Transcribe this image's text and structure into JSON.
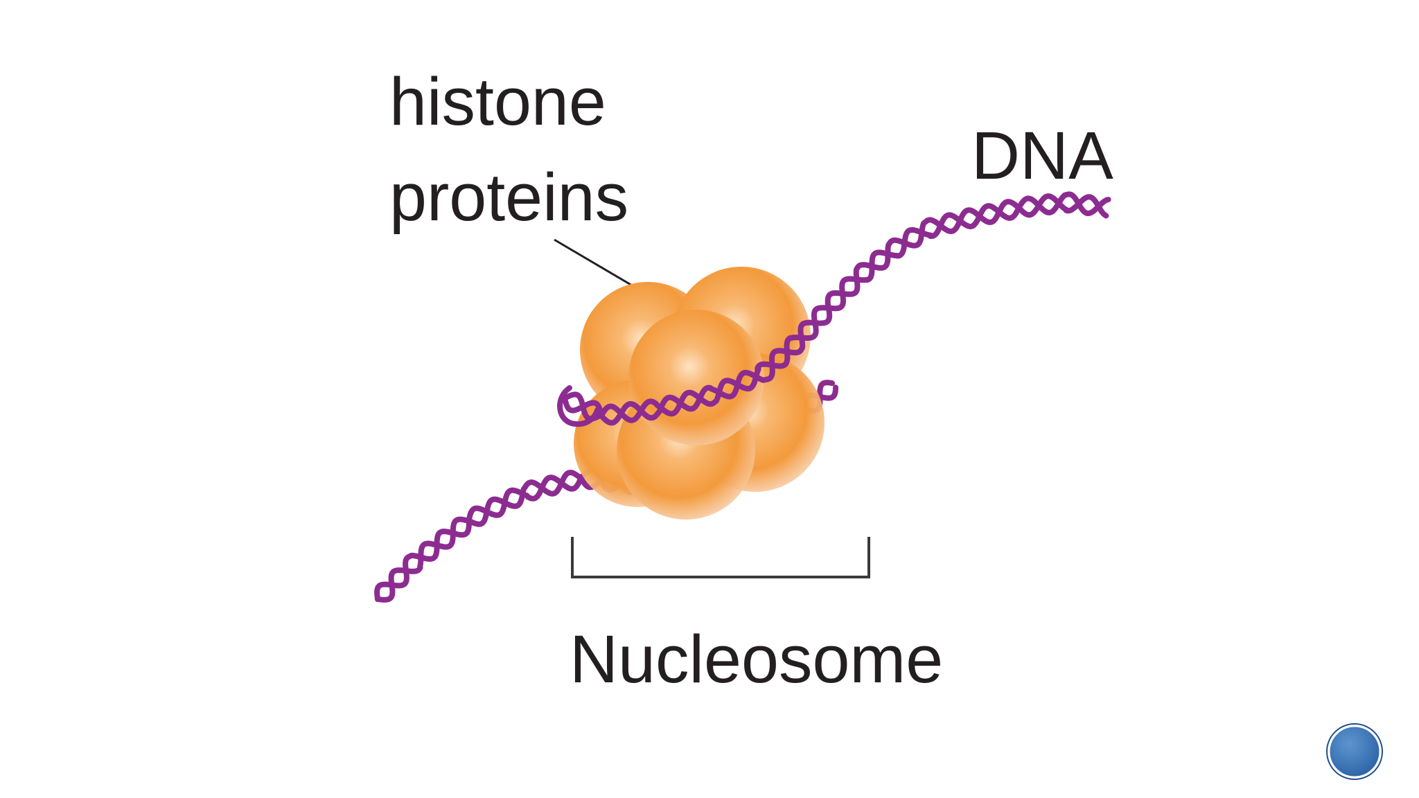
{
  "diagram": {
    "labels": {
      "histone_line1": "histone",
      "histone_line2": "proteins",
      "dna": "DNA",
      "nucleosome": "Nucleosome"
    },
    "colors": {
      "dna": "#8c2c90",
      "histone": "#f39a3c",
      "histone_highlight": "#fbd3a6",
      "text": "#231f20",
      "leader_line": "#231f20",
      "bracket": "#3a3a3a"
    }
  },
  "nav_button": {
    "icon": "circle-nav-icon",
    "color": "#2f6fb4"
  }
}
